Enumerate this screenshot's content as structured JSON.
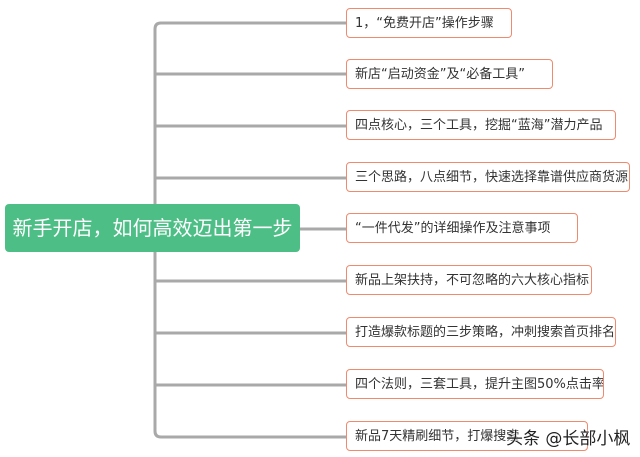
{
  "root": {
    "label": "新手开店，如何高效迈出第一步",
    "color": "#4dbf86"
  },
  "branch_color": "#ef8a6e",
  "children": [
    {
      "label": "1，“免费开店”操作步骤"
    },
    {
      "label": "新店“启动资金”及“必备工具”"
    },
    {
      "label": "四点核心，三个工具，挖掘“蓝海”潜力产品"
    },
    {
      "label": "三个思路，八点细节，快速选择靠谱供应商货源"
    },
    {
      "label": "“一件代发”的详细操作及注意事项"
    },
    {
      "label": "新品上架扶持，不可忽略的六大核心指标"
    },
    {
      "label": "打造爆款标题的三步策略，冲刺搜索首页排名"
    },
    {
      "label": "四个法则，三套工具，提升主图50%点击率"
    },
    {
      "label": "新品7天精刷细节，打爆搜索"
    }
  ],
  "watermark": "头条 @长部小枫"
}
